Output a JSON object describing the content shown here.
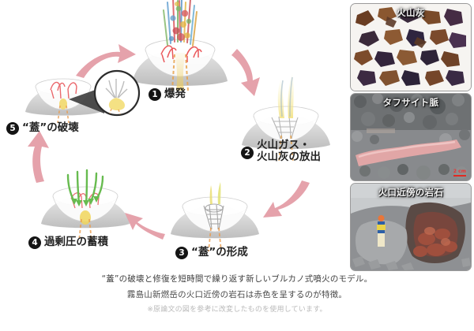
{
  "figure": {
    "title_hidden": "",
    "cycle": {
      "steps": [
        {
          "id": 1,
          "num": "1",
          "label": "爆発",
          "label_line2": "",
          "name": "explosion"
        },
        {
          "id": 2,
          "num": "2",
          "label": "火山ガス・",
          "label_line2": "火山灰の放出",
          "name": "gas-ash-release"
        },
        {
          "id": 3,
          "num": "3",
          "label": "“蓋”の形成",
          "label_line2": "",
          "name": "lid-formation"
        },
        {
          "id": 4,
          "num": "4",
          "label": "過剰圧の蓄積",
          "label_line2": "",
          "name": "overpressure-accumulation"
        },
        {
          "id": 5,
          "num": "5",
          "label": "“蓋”の破壊",
          "label_line2": "",
          "name": "lid-destruction"
        }
      ],
      "arrow_color": "#e39aa4",
      "badge_color": "#141414",
      "volcano_color": "#bdbdbd"
    },
    "photos": [
      {
        "caption": "火山灰",
        "name": "volcanic-ash-photo",
        "scale": "",
        "scale_unit": ""
      },
      {
        "caption": "タフサイト脈",
        "name": "tuffisite-vein-photo",
        "scale": "2 cm",
        "scale_unit": ""
      },
      {
        "caption": "火口近傍の岩石",
        "name": "crater-vicinity-rock-photo",
        "scale": "",
        "scale_unit": ""
      }
    ],
    "captions": [
      "“蓋”の破壊と修復を短時間で繰り返す新しいブルカノ式噴火のモデル。",
      "霧島山新燃岳の火口近傍の岩石は赤色を呈するのが特徴。",
      "※原論文の図を参考に改変したものを使用しています。"
    ]
  }
}
